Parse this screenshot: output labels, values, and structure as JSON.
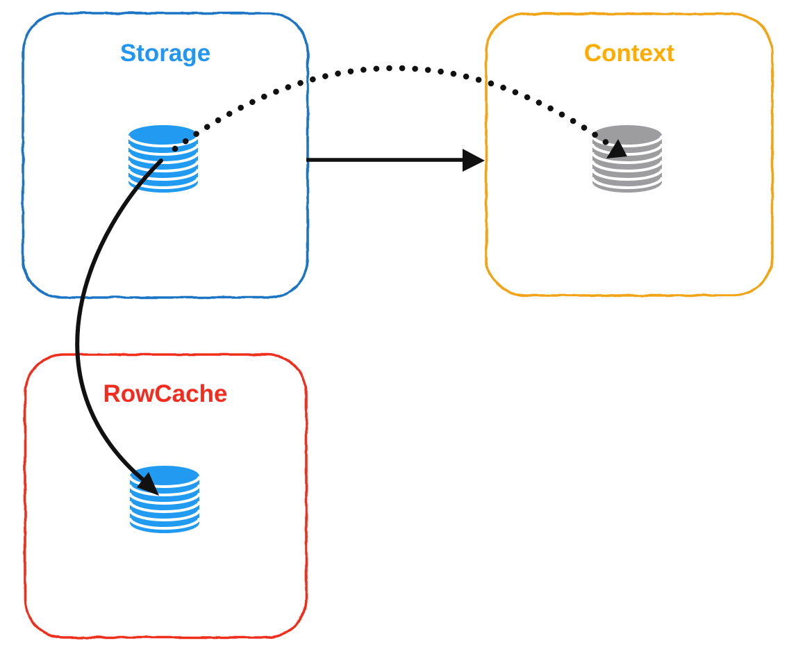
{
  "boxes": [
    {
      "id": "storage",
      "label": "Storage",
      "border_color": "#1b74c4",
      "label_color": "#2196f3"
    },
    {
      "id": "context",
      "label": "Context",
      "border_color": "#f0a418",
      "label_color": "#ffac00"
    },
    {
      "id": "rowcache",
      "label": "RowCache",
      "border_color": "#f02e1d",
      "label_color": "#f22c1e"
    }
  ],
  "databases": [
    {
      "id": "storage-db",
      "box": "storage",
      "color": "#219bf2"
    },
    {
      "id": "context-db",
      "box": "context",
      "color": "#9d9da0"
    },
    {
      "id": "rowcache-db",
      "box": "rowcache",
      "color": "#219bf2"
    }
  ],
  "arrows": [
    {
      "id": "storage-to-context",
      "from": "storage-box",
      "to": "context-box",
      "style": "solid",
      "color": "#111111"
    },
    {
      "id": "storage-db-to-context-db",
      "from": "storage-db",
      "to": "context-db",
      "style": "dotted",
      "color": "#111111"
    },
    {
      "id": "storage-db-to-rowcache-db",
      "from": "storage-db",
      "to": "rowcache-db",
      "style": "solid",
      "color": "#111111"
    }
  ]
}
